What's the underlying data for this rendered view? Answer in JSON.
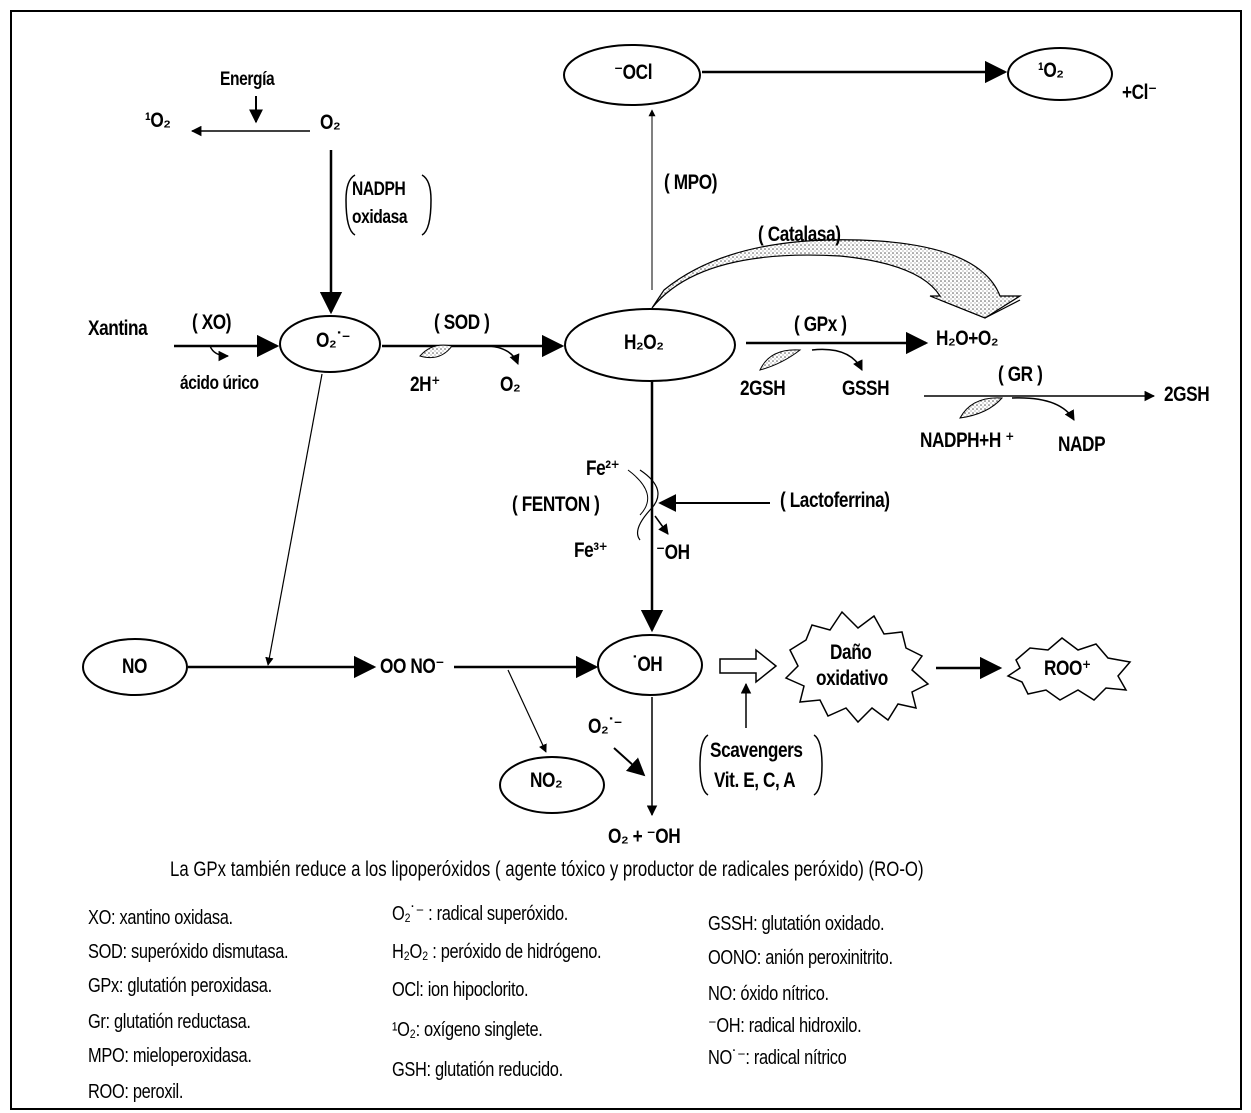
{
  "nodes": {
    "energia": "Energía",
    "singlet_o2_left": "¹O₂",
    "o2_top": "O₂",
    "nadph_oxidasa_1": "NADPH",
    "nadph_oxidasa_2": "oxidasa",
    "xantina": "Xantina",
    "xo": "( XO)",
    "acido_urico": "ácido úrico",
    "superoxide": "O₂˙⁻",
    "sod": "( SOD )",
    "two_h": "2H⁺",
    "o2_sod": "O₂",
    "h2o2": "H₂O₂",
    "mpo": "( MPO)",
    "ocl": "⁻OCl",
    "singlet_o2_right": "¹O₂",
    "plus_cl": "+Cl⁻",
    "catalasa": "( Catalasa)",
    "gpx": "( GPx )",
    "h2o_o2": "H₂O+O₂",
    "two_gsh_left": "2GSH",
    "gssh": "GSSH",
    "gr": "( GR )",
    "two_gsh_right": "2GSH",
    "nadph_h": "NADPH+H ⁺",
    "nadp": "NADP",
    "fe2": "Fe²⁺",
    "fenton": "( FENTON )",
    "fe3": "Fe³⁺",
    "oh_minus": "⁻OH",
    "lactoferrina": "( Lactoferrina)",
    "no": "NO",
    "oono": "OO NO⁻",
    "oh_radical": "˙OH",
    "no2": "NO₂",
    "superoxide_lower": "O₂˙⁻",
    "o2_oh": "O₂ + ⁻OH",
    "scavengers_1": "Scavengers",
    "scavengers_2": "Vit. E, C, A",
    "dano_1": "Daño",
    "dano_2": "oxidativo",
    "roo": "ROO⁺"
  },
  "caption": "La GPx también reduce a los lipoperóxidos ( agente tóxico y productor de radicales peróxido) (RO-O)",
  "legend": {
    "col1": [
      "XO: xantino oxidasa.",
      "SOD: superóxido dismutasa.",
      "GPx: glutatión peroxidasa.",
      "Gr: glutatión reductasa.",
      "MPO: mieloperoxidasa.",
      "ROO: peroxil."
    ],
    "col2": [
      "O₂˙⁻ : radical superóxido.",
      "H₂O₂ : peróxido de hidrógeno.",
      "OCl: ion hipoclorito.",
      "¹O₂:  oxígeno singlete.",
      "GSH: glutatión reducido."
    ],
    "col3": [
      "GSSH: glutatión oxidado.",
      "OONO: anión peroxinitrito.",
      "NO: óxido nítrico.",
      "⁻OH: radical hidroxilo.",
      "NO˙⁻: radical nítrico"
    ]
  }
}
